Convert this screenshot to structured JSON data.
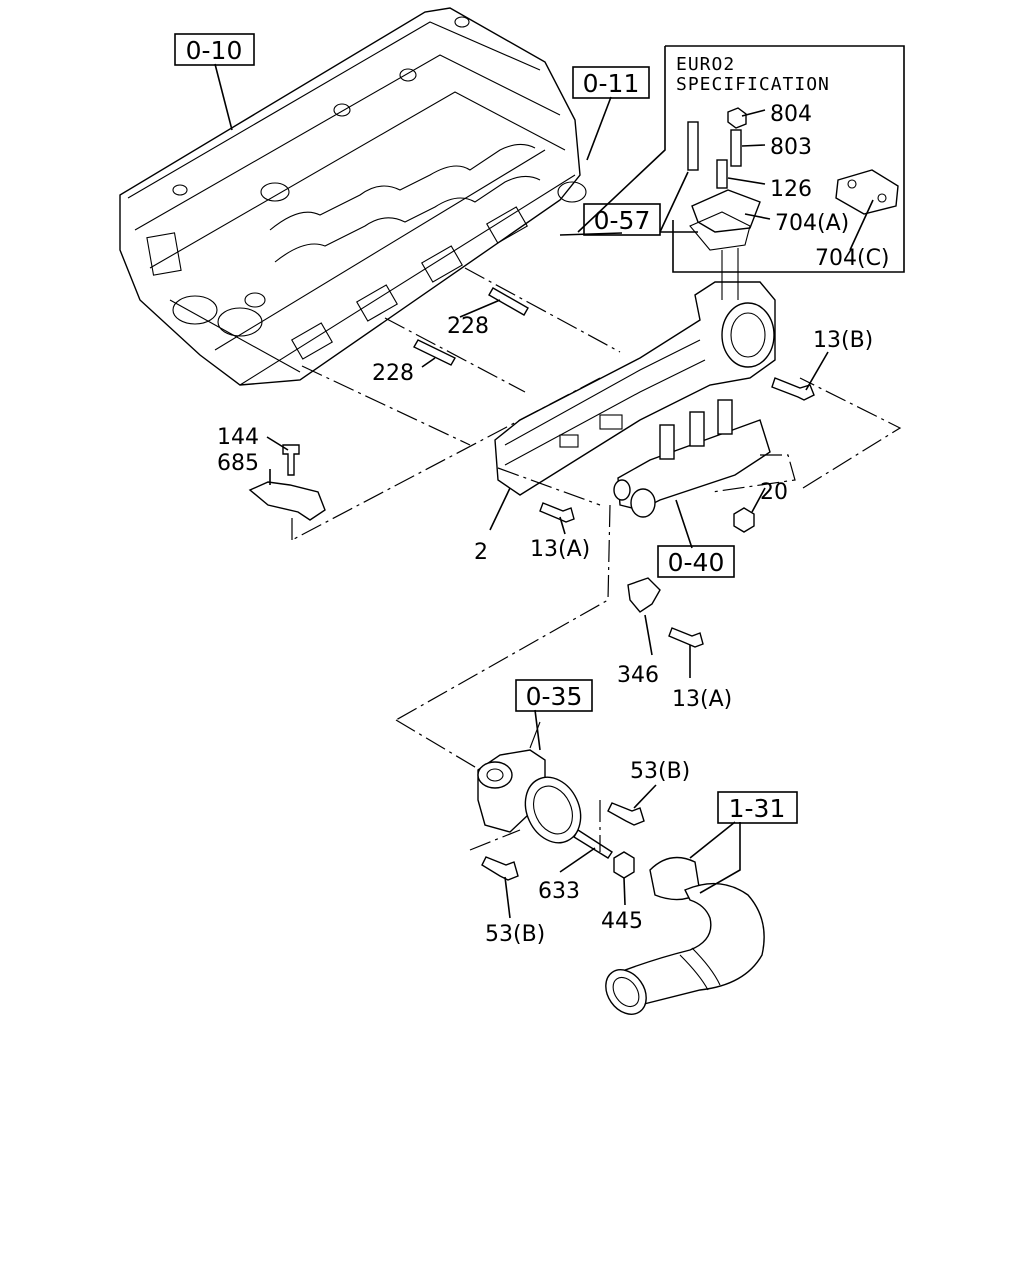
{
  "reference_boxes": {
    "head": "0-10",
    "cover": "0-11",
    "egr": "0-57",
    "manifold_conn": "0-40",
    "throttle": "0-35",
    "hose": "1-31"
  },
  "spec_box": {
    "line1": "EURO2",
    "line2": "SPECIFICATION"
  },
  "callouts": {
    "p804": "804",
    "p803": "803",
    "p126": "126",
    "p704a": "704(A)",
    "p704c": "704(C)",
    "p228a": "228",
    "p228b": "228",
    "p13b": "13(B)",
    "p144": "144",
    "p685": "685",
    "p20": "20",
    "p2": "2",
    "p13a_1": "13(A)",
    "p346": "346",
    "p13a_2": "13(A)",
    "p53b_1": "53(B)",
    "p633": "633",
    "p445": "445",
    "p53b_2": "53(B)"
  }
}
